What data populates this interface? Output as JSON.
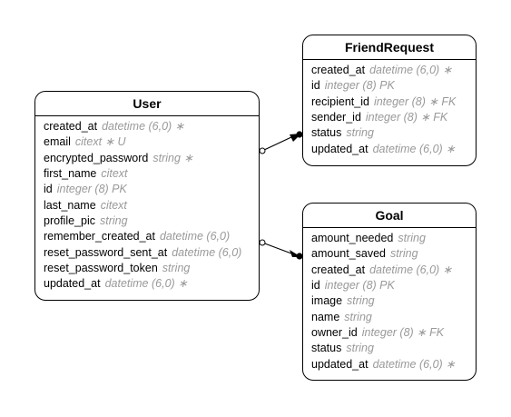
{
  "entities": {
    "user": {
      "name": "User",
      "attributes": [
        {
          "name": "created_at",
          "type": "datetime (6,0) ∗"
        },
        {
          "name": "email",
          "type": "citext ∗ U"
        },
        {
          "name": "encrypted_password",
          "type": "string ∗"
        },
        {
          "name": "first_name",
          "type": "citext"
        },
        {
          "name": "id",
          "type": "integer (8) PK"
        },
        {
          "name": "last_name",
          "type": "citext"
        },
        {
          "name": "profile_pic",
          "type": "string"
        },
        {
          "name": "remember_created_at",
          "type": "datetime (6,0)"
        },
        {
          "name": "reset_password_sent_at",
          "type": "datetime (6,0)"
        },
        {
          "name": "reset_password_token",
          "type": "string"
        },
        {
          "name": "updated_at",
          "type": "datetime (6,0) ∗"
        }
      ]
    },
    "friendrequest": {
      "name": "FriendRequest",
      "attributes": [
        {
          "name": "created_at",
          "type": "datetime (6,0) ∗"
        },
        {
          "name": "id",
          "type": "integer (8) PK"
        },
        {
          "name": "recipient_id",
          "type": "integer (8) ∗ FK"
        },
        {
          "name": "sender_id",
          "type": "integer (8) ∗ FK"
        },
        {
          "name": "status",
          "type": "string"
        },
        {
          "name": "updated_at",
          "type": "datetime (6,0) ∗"
        }
      ]
    },
    "goal": {
      "name": "Goal",
      "attributes": [
        {
          "name": "amount_needed",
          "type": "string"
        },
        {
          "name": "amount_saved",
          "type": "string"
        },
        {
          "name": "created_at",
          "type": "datetime (6,0) ∗"
        },
        {
          "name": "id",
          "type": "integer (8) PK"
        },
        {
          "name": "image",
          "type": "string"
        },
        {
          "name": "name",
          "type": "string"
        },
        {
          "name": "owner_id",
          "type": "integer (8) ∗ FK"
        },
        {
          "name": "status",
          "type": "string"
        },
        {
          "name": "updated_at",
          "type": "datetime (6,0) ∗"
        }
      ]
    }
  },
  "relationships": [
    {
      "from": "User",
      "to": "FriendRequest",
      "from_end": "open-circle",
      "to_end": "filled-dot"
    },
    {
      "from": "User",
      "to": "Goal",
      "from_end": "open-circle",
      "to_end": "filled-dot"
    }
  ],
  "colors": {
    "border": "#000000",
    "type_text": "#999999",
    "name_text": "#000000",
    "background": "#ffffff"
  }
}
